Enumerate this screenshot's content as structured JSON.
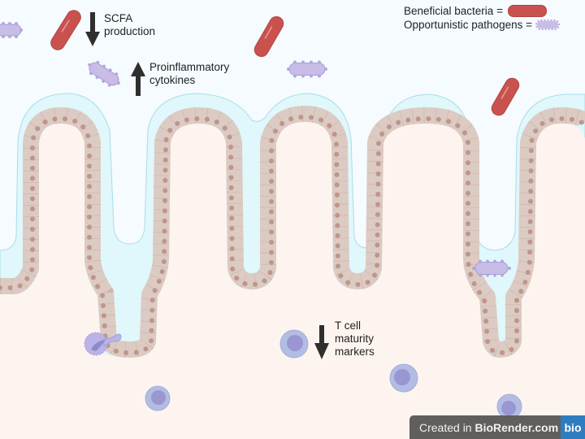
{
  "annotations": {
    "scfa": {
      "arrow": "down",
      "text": "SCFA\nproduction"
    },
    "cytokines": {
      "arrow": "up",
      "text": "Proinflammatory\ncytokines"
    },
    "tcell": {
      "arrow": "down",
      "text": "T cell\nmaturity\nmarkers"
    }
  },
  "legend": {
    "beneficial": "Beneficial bacteria =",
    "pathogens": "Opportunistic pathogens ="
  },
  "watermark": {
    "prefix": "Created in ",
    "brand": "BioRender.com",
    "logo": "bio"
  },
  "colors": {
    "lumen": "#f5fbfe",
    "mucus": "#e0f7fb",
    "mucus_border": "#a9dde6",
    "epithelium": "#dccbc3",
    "nucleus": "#bf958d",
    "tissue": "#fdf4ef",
    "beneficial_bacteria": "#c9524f",
    "pathogen": "#c7bde6",
    "t_cell": "#b3bde3",
    "t_cell_nucleus": "#9a96d2"
  }
}
